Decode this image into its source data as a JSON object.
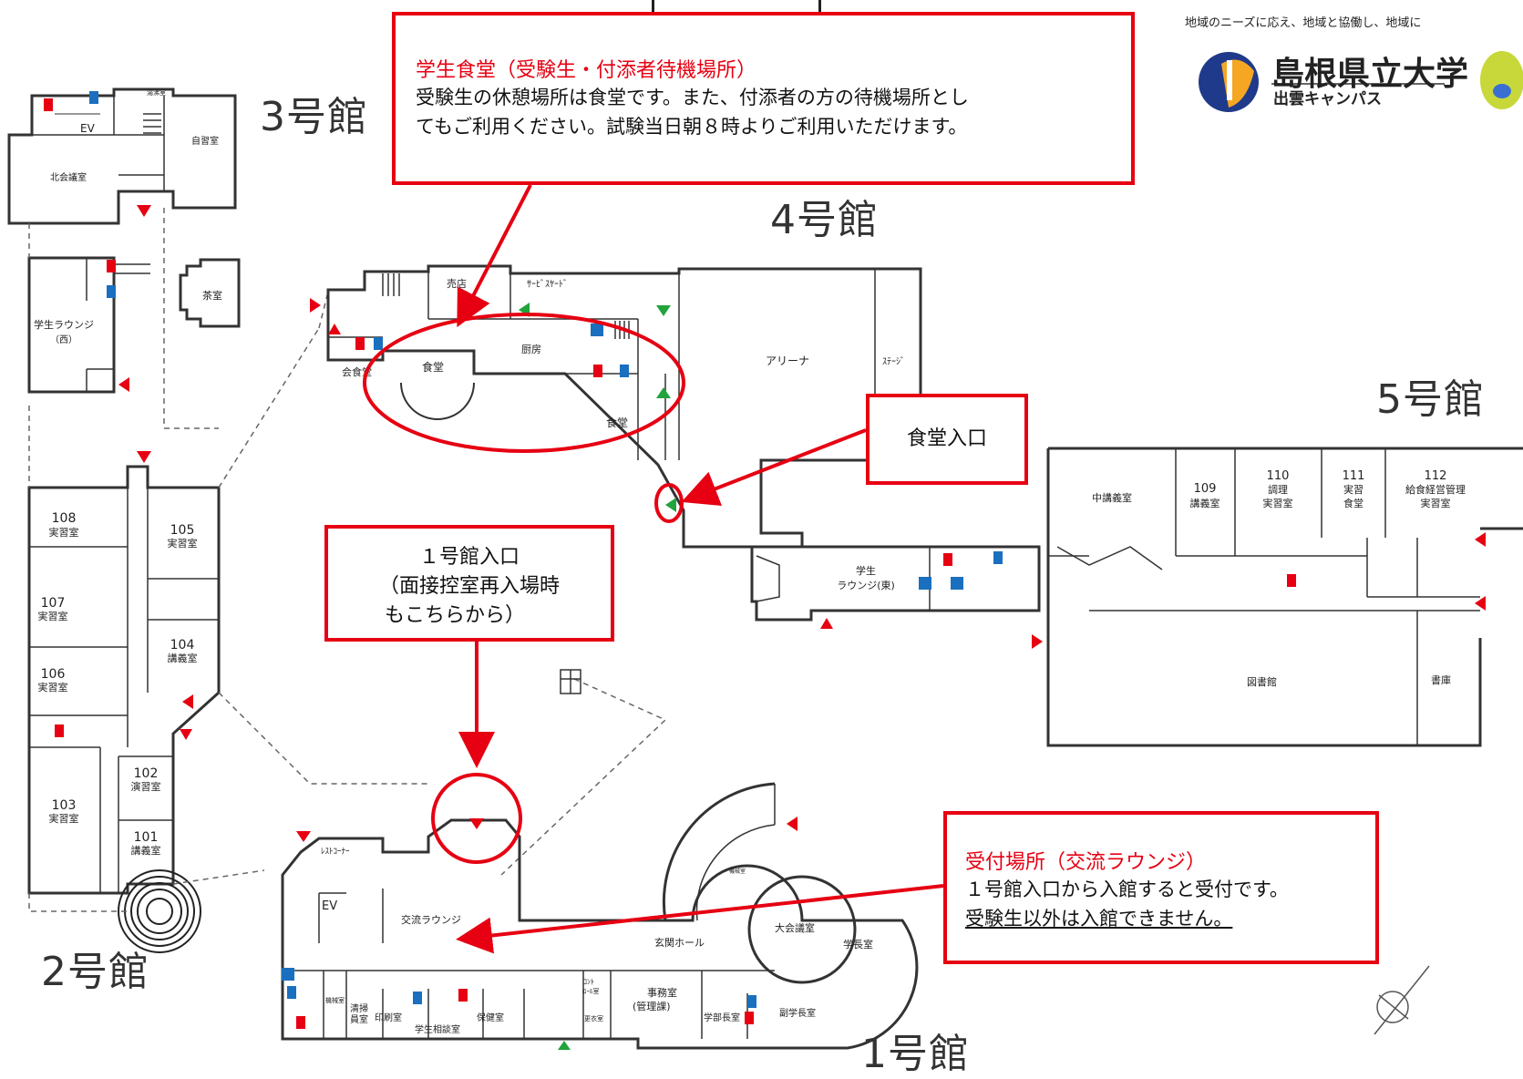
{
  "header": {
    "motto": "地域のニーズに応え、地域と協働し、地域に",
    "university": "島根県立大学",
    "campus": "出雲キャンパス"
  },
  "buildings": {
    "b1": "1号館",
    "b2": "2号館",
    "b3": "3号館",
    "b4": "4号館",
    "b5": "5号館"
  },
  "callouts": {
    "cafeteria": {
      "title": "学生食堂（受験生・付添者待機場所）",
      "line1": "受験生の休憩場所は食堂です。また、付添者の方の待機場所とし",
      "line2": "てもご利用ください。試験当日朝８時よりご利用いただけます。"
    },
    "cafeteria_entrance": "食堂入口",
    "b1_entrance": {
      "line1": "１号館入口",
      "line2": "（面接控室再入場時",
      "line3": "もこちらから）"
    },
    "reception": {
      "title": "受付場所（交流ラウンジ）",
      "line1": "１号館入口から入館すると受付です。",
      "line2": "受験生以外は入館できません。"
    }
  },
  "rooms": {
    "b3_jishu": "自習室",
    "b3_kitakaigi": "北会議室",
    "b3_ev": "EV",
    "b3_onsui": "湯沸室",
    "chashitsu": "茶室",
    "lounge_west_1": "学生ラウンジ",
    "lounge_west_2": "（西）",
    "baiten": "売店",
    "service_yard": "ｻｰﾋﾞｽﾔｰﾄﾞ",
    "kaishokudo": "会食堂",
    "shokudo1": "食堂",
    "chubo": "厨房",
    "shokudo2": "食堂",
    "arena": "アリーナ",
    "stage": "ｽﾃｰｼﾞ",
    "r108": "108",
    "r108b": "実習室",
    "r107": "107",
    "r107b": "実習室",
    "r106": "106",
    "r106b": "実習室",
    "r105": "105",
    "r105b": "実習室",
    "r104": "104",
    "r104b": "講義室",
    "r103": "103",
    "r103b": "実習室",
    "r102": "102",
    "r102b": "演習室",
    "r101": "101",
    "r101b": "講義室",
    "lounge_east_1": "学生",
    "lounge_east_2": "ラウンジ(東)",
    "chukogi": "中講義室",
    "r109": "109",
    "r109b": "講義室",
    "r110": "110",
    "r110b": "調理",
    "r110c": "実習室",
    "r111": "111",
    "r111b": "実習",
    "r111c": "食堂",
    "r112": "112",
    "r112b": "給食経営管理",
    "r112c": "実習室",
    "library": "図書館",
    "shoko": "書庫",
    "rest_corner": "ﾚｽﾄｺｰﾅｰ",
    "b1_ev": "EV",
    "koryu_lounge": "交流ラウンジ",
    "genkan_hall": "玄関ホール",
    "daikaigi": "大会議室",
    "gakucho": "学長室",
    "kikai": "機械室",
    "kikai2": "機械室",
    "seiso": "清掃",
    "seiso2": "員室",
    "insatsu": "印刷室",
    "sodan": "学生相談室",
    "hoken": "保健室",
    "control": "ｺﾝﾄ",
    "control2": "ﾛｰﾙ室",
    "koui": "更衣室",
    "jimu": "事務室",
    "jimu2": "(管理課)",
    "gakubucho": "学部長室",
    "fukugakucho": "副学長室"
  },
  "colors": {
    "red": "#e60012",
    "green": "#22a33c",
    "restroom_red": "#e60012",
    "restroom_blue": "#1a6fbf"
  },
  "icons": [
    "restroom-female-icon",
    "restroom-male-icon",
    "wheelchair-icon",
    "stairs-icon",
    "entrance-arrow-icon",
    "compass-icon",
    "mascot-icon",
    "university-logo-icon"
  ]
}
